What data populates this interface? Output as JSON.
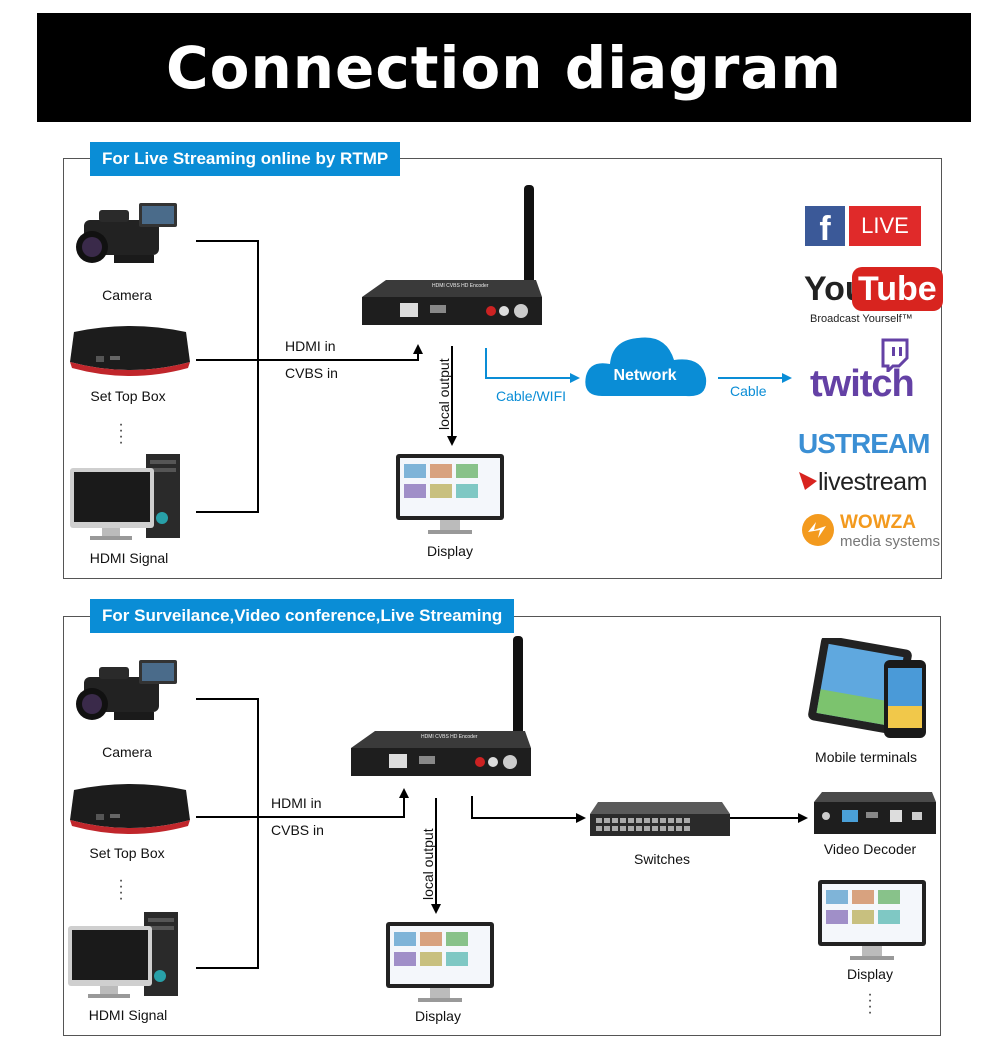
{
  "title": "Connection diagram",
  "sections": [
    {
      "heading": "For Live Streaming online by RTMP",
      "sources": [
        "Camera",
        "Set Top Box",
        "HDMI Signal"
      ],
      "inputs": [
        "HDMI in",
        "CVBS in"
      ],
      "local_output": "local output",
      "display": "Display",
      "cable_wifi": "Cable/WIFI",
      "network": "Network",
      "cable": "Cable",
      "platforms": {
        "facebook": "LIVE",
        "youtube_you": "You",
        "youtube_tube": "Tube",
        "youtube_tagline": "Broadcast Yourself™",
        "twitch": "twitch",
        "ustream": "USTREAM",
        "livestream": "livestream",
        "wowza": "WOWZA",
        "wowza_sub": "media systems"
      },
      "encoder_label": "HDMI CVBS HD Encoder"
    },
    {
      "heading": "For Surveilance,Video conference,Live Streaming",
      "sources": [
        "Camera",
        "Set Top Box",
        "HDMI Signal"
      ],
      "inputs": [
        "HDMI in",
        "CVBS in"
      ],
      "local_output": "local output",
      "display": "Display",
      "switches": "Switches",
      "mobile": "Mobile terminals",
      "decoder": "Video Decoder",
      "display2": "Display",
      "encoder_label": "HDMI CVBS HD Encoder"
    }
  ],
  "colors": {
    "accent": "#0a8dd6",
    "title_bg": "#000000"
  }
}
